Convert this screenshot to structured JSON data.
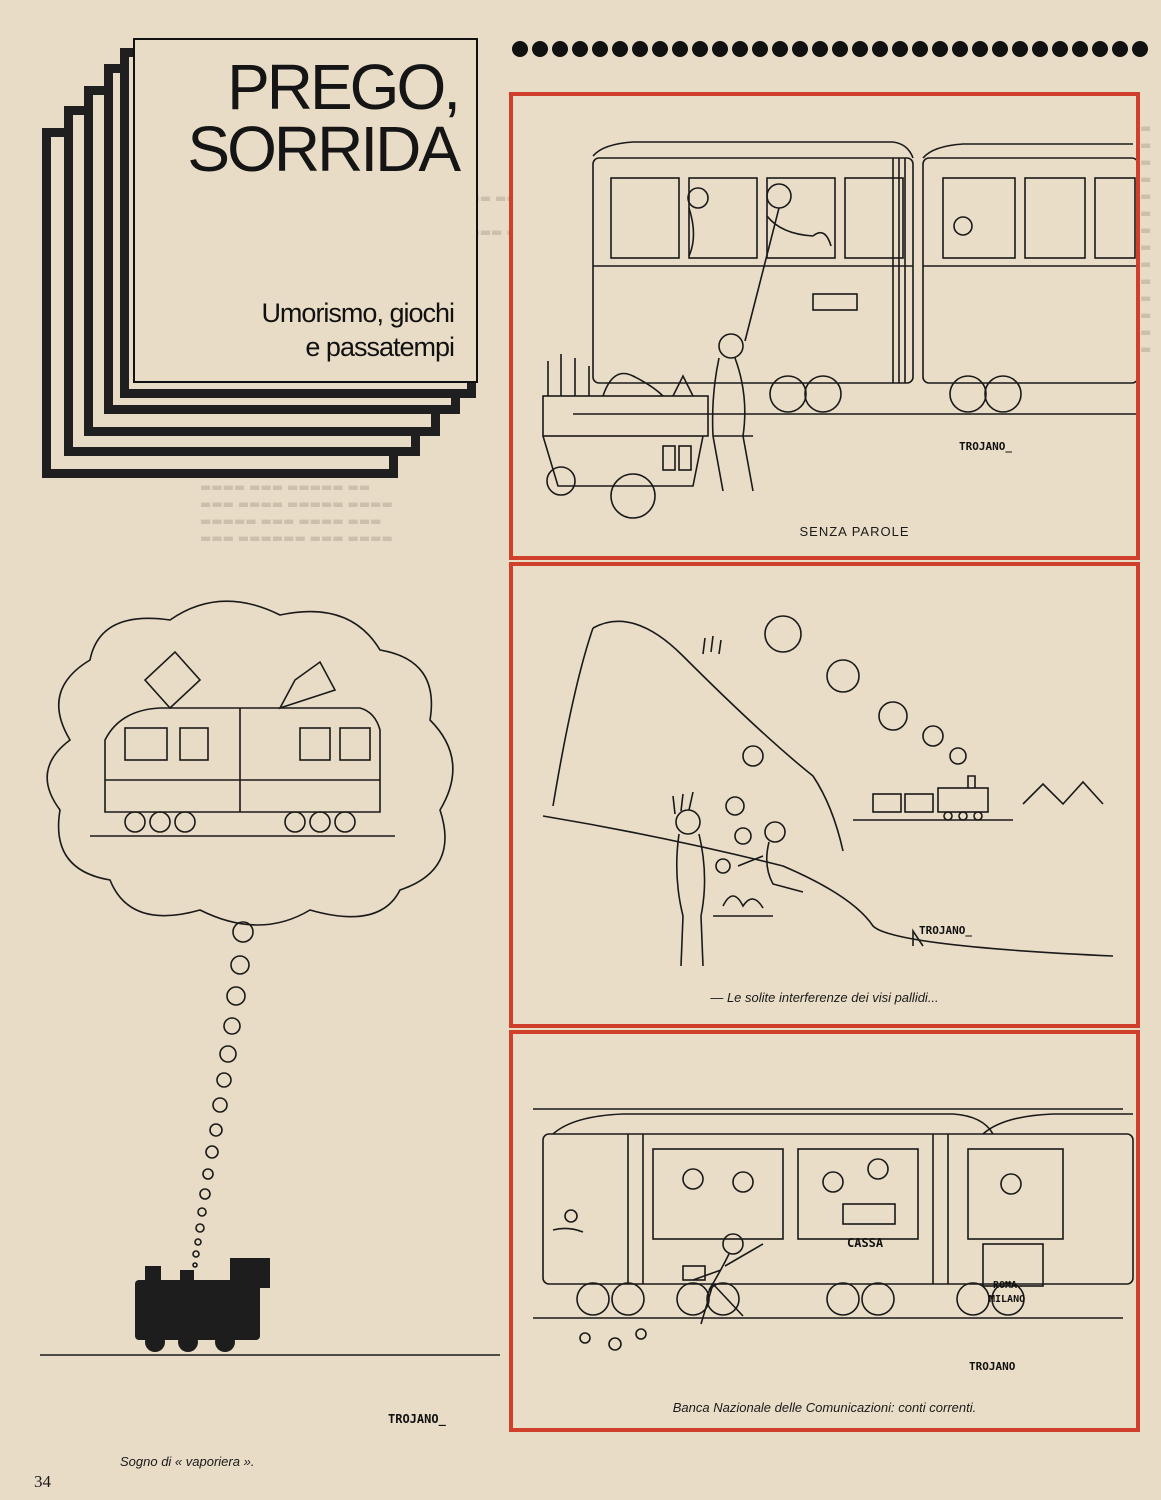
{
  "header": {
    "title_line1": "PREGO,",
    "title_line2": "SORRIDA",
    "subtitle_line1": "Umorismo, giochi",
    "subtitle_line2": "e passatempi"
  },
  "cartoons": [
    {
      "caption": "SENZA PAROLE",
      "signature": "TROJANO_"
    },
    {
      "caption": "— Le solite interferenze dei visi pallidi...",
      "signature": "TROJANO_"
    },
    {
      "caption": "Banca Nazionale delle Comunicazioni: conti correnti.",
      "signature": "TROJANO",
      "sign_cassa": "CASSA",
      "sign_route_1": "ROMA",
      "sign_route_2": "MILANO"
    }
  ],
  "left_cartoon": {
    "caption": "Sogno di « vaporiera ».",
    "signature": "TROJANO_"
  },
  "page_number": "34",
  "colors": {
    "paper": "#e8dcc6",
    "frame_red": "#cf3f2b",
    "ink": "#111111"
  }
}
